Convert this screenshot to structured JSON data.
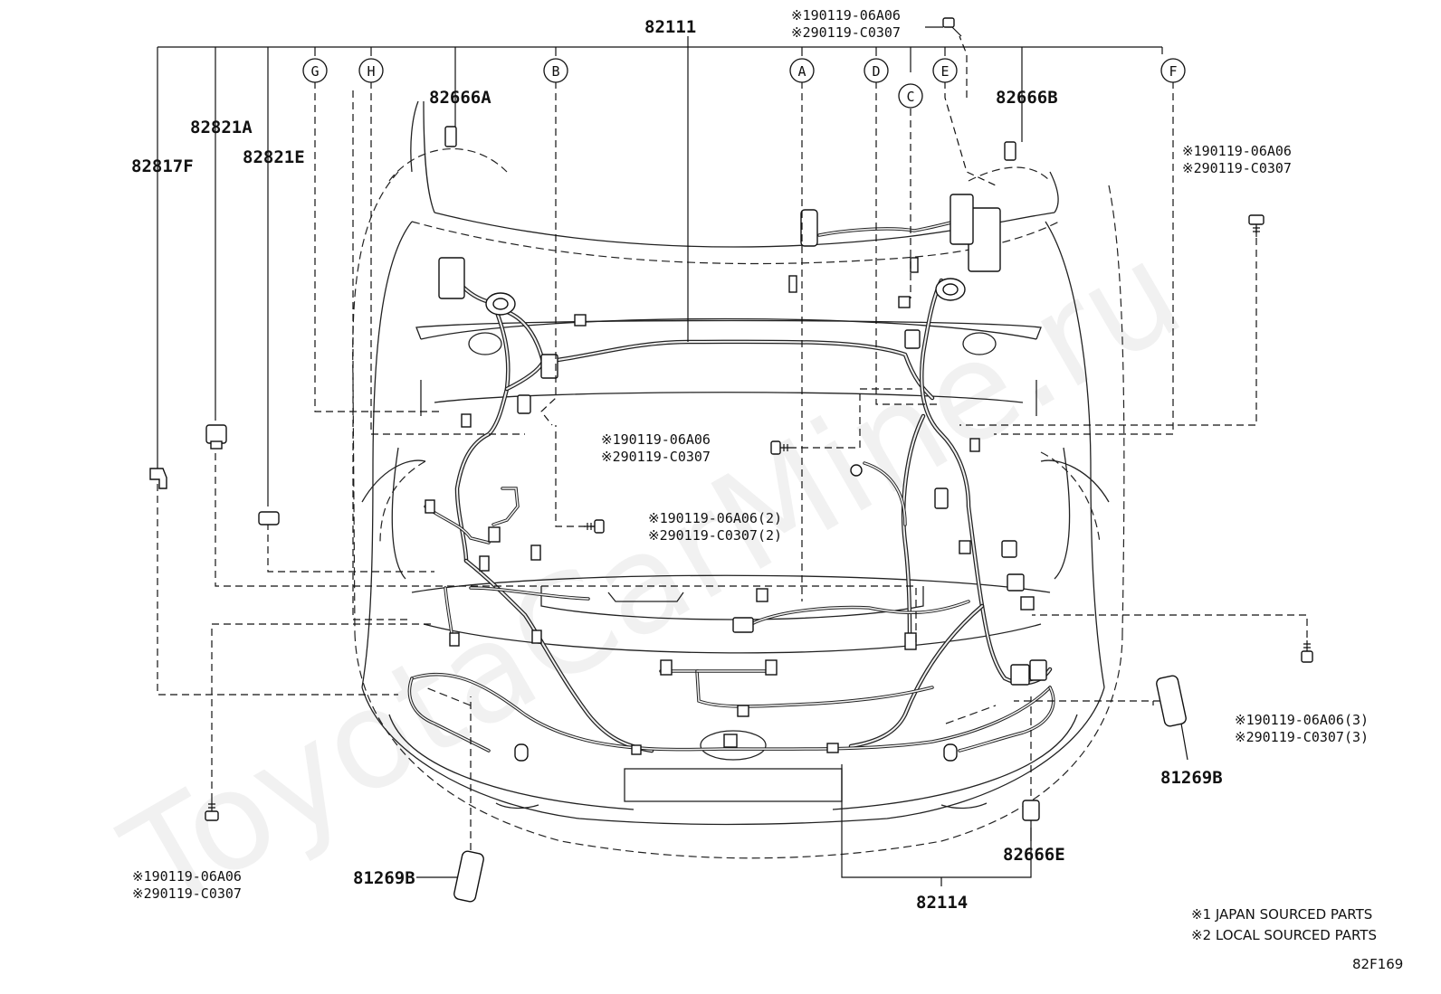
{
  "watermark": "ToyotaCarMine.ru",
  "letter_markers": [
    "G",
    "H",
    "B",
    "A",
    "D",
    "C",
    "E",
    "F"
  ],
  "part_labels": {
    "p82111": "82111",
    "p82666A": "82666A",
    "p82666B": "82666B",
    "p82821A": "82821A",
    "p82821E": "82821E",
    "p82817F": "82817F",
    "p81269B_right": "81269B",
    "p81269B_left": "81269B",
    "p82666E": "82666E",
    "p82114": "82114"
  },
  "bolt_callouts": {
    "top": {
      "l1": "※190119-06A06",
      "l2": "※290119-C0307"
    },
    "right_upper": {
      "l1": "※190119-06A06",
      "l2": "※290119-C0307"
    },
    "center": {
      "l1": "※190119-06A06",
      "l2": "※290119-C0307"
    },
    "center_lower": {
      "l1": "※190119-06A06(2)",
      "l2": "※290119-C0307(2)"
    },
    "right_lower": {
      "l1": "※190119-06A06(3)",
      "l2": "※290119-C0307(3)"
    },
    "left_lower": {
      "l1": "※190119-06A06",
      "l2": "※290119-C0307"
    }
  },
  "legend": {
    "line1": "※1 JAPAN SOURCED PARTS",
    "line2": "※2 LOCAL SOURCED PARTS"
  },
  "figure_code": "82F169"
}
